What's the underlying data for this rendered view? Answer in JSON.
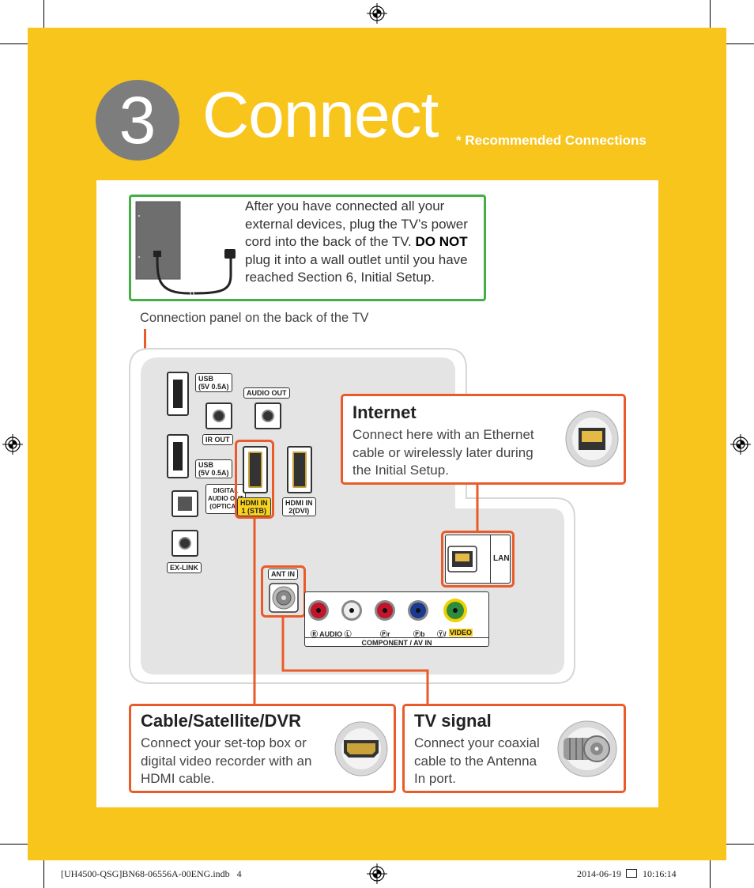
{
  "header": {
    "step_number": "3",
    "title": "Connect",
    "recommended": "* Recommended Connections"
  },
  "power_note": {
    "text_before": "After you have connected all your external devices, plug the TV’s power cord into the back of the TV. ",
    "emphasis": "DO NOT",
    "text_after": " plug it into a wall outlet until you have reached Section 6, Initial Setup."
  },
  "panel_label": "Connection panel on the back of the TV",
  "ports": {
    "usb1": "USB\n(5V 0.5A)",
    "audio_out": "AUDIO OUT",
    "ir_out": "IR OUT",
    "usb2": "USB\n(5V 0.5A)",
    "digital_audio_out": "DIGITAL\nAUDIO OUT\n(OPTICAL)",
    "hdmi1": "HDMI IN\n1 (STB)",
    "hdmi2": "HDMI IN\n2(DVI)",
    "ex_link": "EX-LINK",
    "lan": "LAN",
    "ant_in": "ANT IN",
    "audio_row": "Ⓡ AUDIO Ⓛ",
    "pr": "Ⓟr",
    "pb": "Ⓟb",
    "video": "Ⓨ/",
    "video_label": "VIDEO",
    "component": "COMPONENT / AV IN"
  },
  "callouts": {
    "internet": {
      "title": "Internet",
      "body": "Connect here with an Ethernet cable or wirelessly later during the Initial Setup."
    },
    "cable": {
      "title": "Cable/Satellite/DVR",
      "body": "Connect your set-top box or digital video recorder with an HDMI cable."
    },
    "tv_signal": {
      "title": "TV signal",
      "body": "Connect your coaxial cable to the Antenna In port."
    }
  },
  "footer": {
    "file": "[UH4500-QSG]BN68-06556A-00ENG.indb   4",
    "date": "2014-06-19",
    "time": "10:16:14"
  },
  "colors": {
    "yellow": "#f8c51d",
    "accent_orange": "#ea5b29",
    "green": "#43b047",
    "gray_badge": "#7d7d7d"
  }
}
